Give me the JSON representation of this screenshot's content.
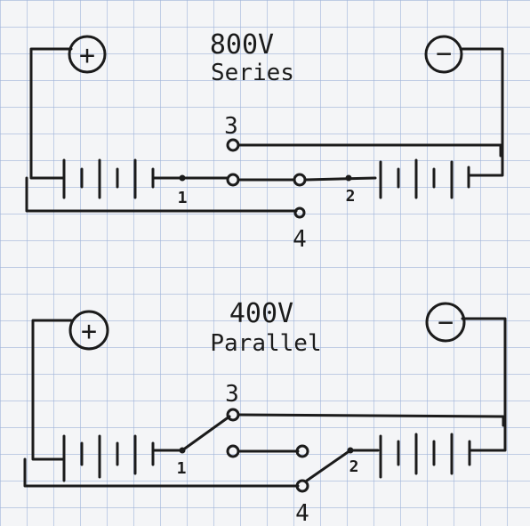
{
  "series_diagram": {
    "title": "800V",
    "subtitle": "Series",
    "positive_sign": "+",
    "negative_sign": "−",
    "node_1": "1",
    "node_2": "2",
    "terminal_3": "3",
    "terminal_4": "4"
  },
  "parallel_diagram": {
    "title": "400V",
    "subtitle": "Parallel",
    "positive_sign": "+",
    "negative_sign": "−",
    "node_1": "1",
    "node_2": "2",
    "terminal_3": "3",
    "terminal_4": "4"
  },
  "colors": {
    "paper": "#f4f5f7",
    "grid": "#9fb3d9",
    "ink": "#1b1b1b"
  }
}
